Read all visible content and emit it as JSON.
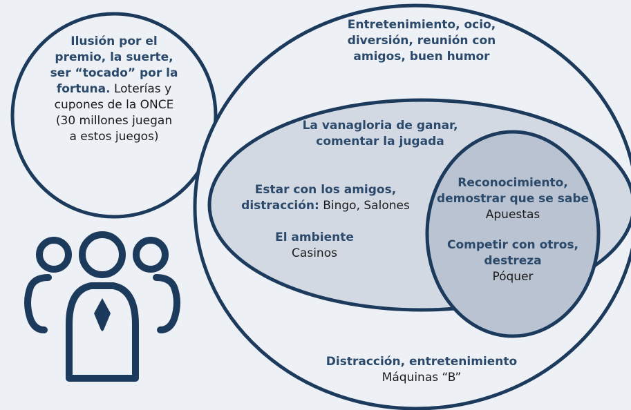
{
  "colors": {
    "background": "#edf0f5",
    "outline": "#1c3a5c",
    "heading_text": "#2b4a6b",
    "body_text": "#1a1a1a",
    "fill_outer": "#edf0f5",
    "fill_middle": "#d3d9e3",
    "fill_inner": "#b9c3d1"
  },
  "left_circle": {
    "bold_lines": [
      "Ilusión por el",
      "premio, la suerte,",
      "ser “tocado” por la"
    ],
    "bold_tail": "fortuna.",
    "normal_tail": " Loterías y",
    "normal_lines": [
      "cupones de la ONCE",
      "(30 millones juegan",
      "a estos juegos)"
    ]
  },
  "outer": {
    "top_lines": [
      "Entretenimiento, ocio,",
      "diversión, reunión con",
      "amigos, buen humor"
    ],
    "bottom_title": "Distracción, entretenimiento",
    "bottom_item": "Máquinas “B”"
  },
  "middle": {
    "title_lines": [
      "La vanagloria de ganar,",
      "comentar la jugada"
    ],
    "friends_title": "Estar con los amigos,",
    "friends_label": "distracción:",
    "friends_items": " Bingo, Salones",
    "ambience_title": "El ambiente",
    "ambience_item": "Casinos"
  },
  "inner": {
    "recognition_lines": [
      "Reconocimiento,",
      "demostrar que se sabe"
    ],
    "recognition_item": "Apuestas",
    "compete_lines": [
      "Competir con otros,",
      "destreza"
    ],
    "compete_item": "Póquer"
  },
  "icons": {
    "people": "people-group-icon"
  }
}
